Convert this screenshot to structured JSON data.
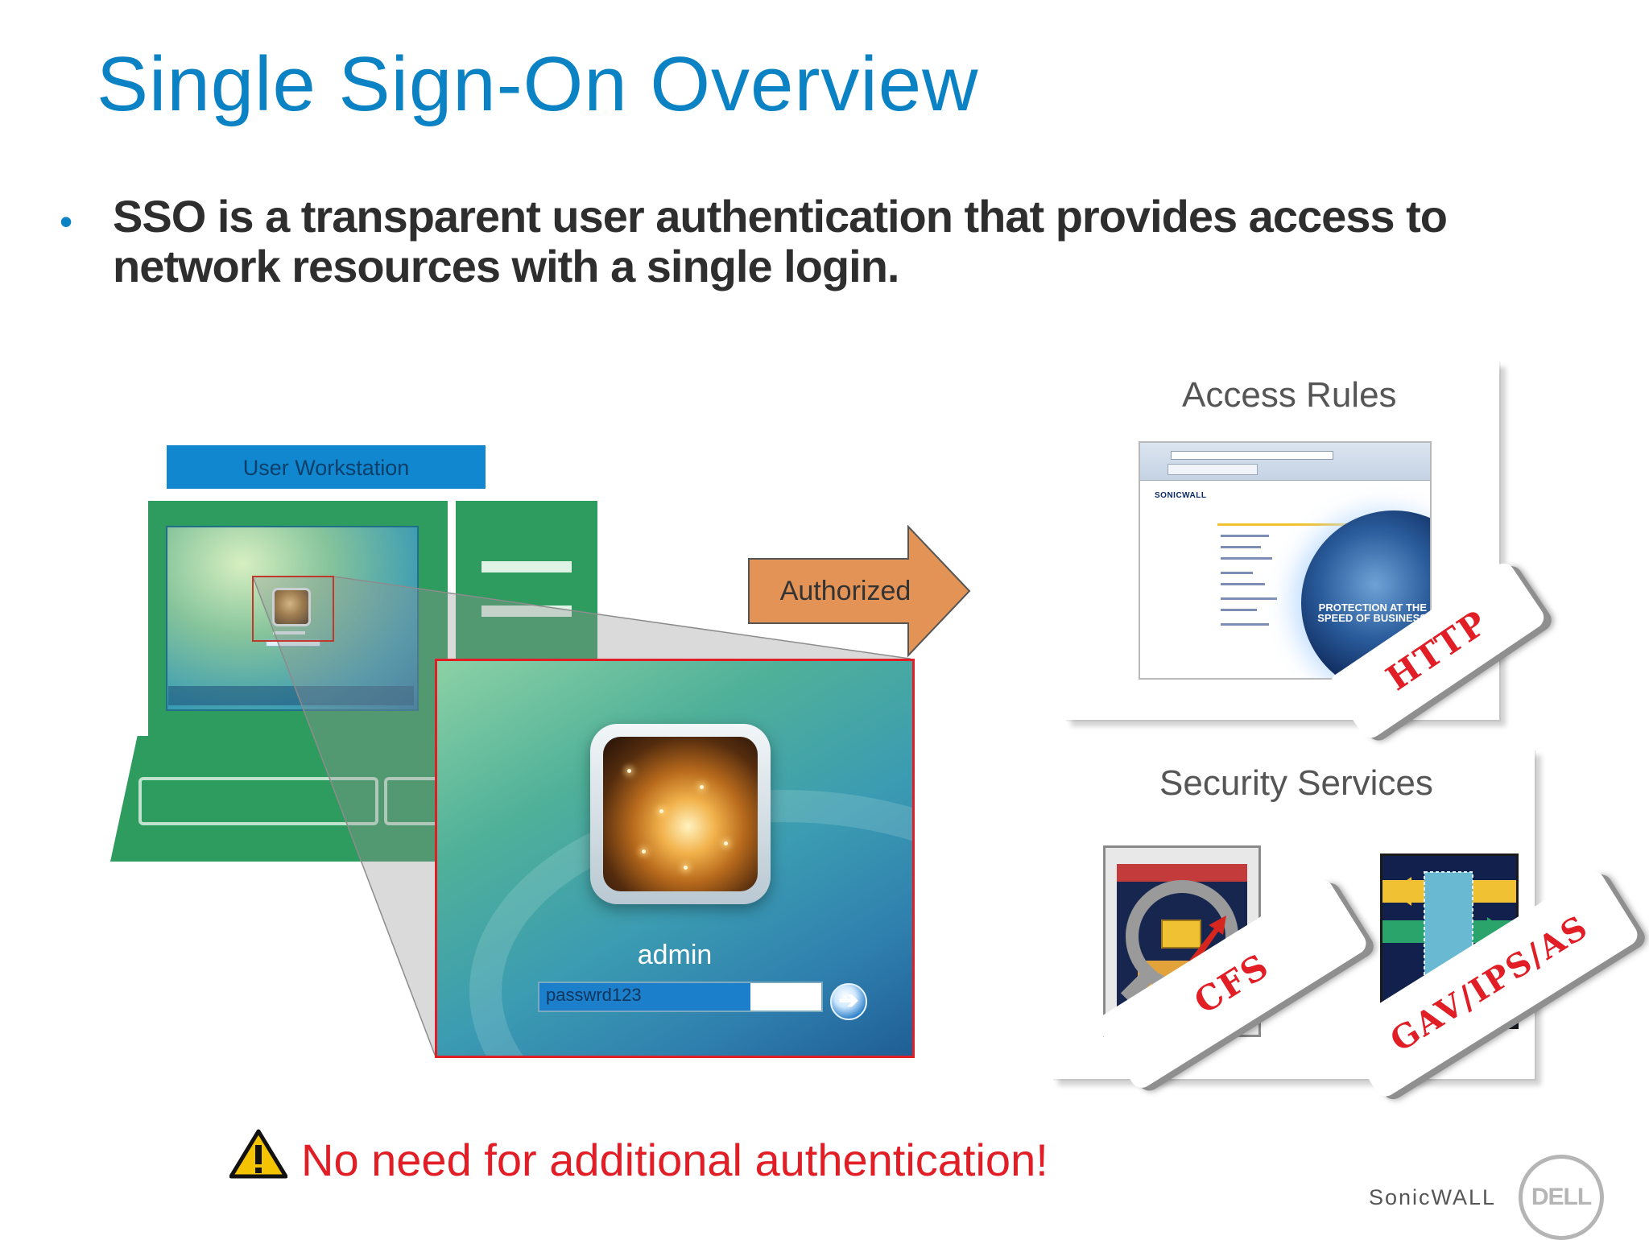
{
  "slide": {
    "title": "Single Sign-On Overview",
    "bullet": "SSO is a transparent user authentication that provides access to network resources with a single login."
  },
  "workstation": {
    "label": "User Workstation",
    "login_name": "admin",
    "password_value": "passwrd123"
  },
  "arrow": {
    "label": "Authorized"
  },
  "access_rules": {
    "title": "Access Rules",
    "browser_logo": "SONICWALL",
    "globe_text": "PROTECTION AT THE SPEED OF BUSINESS",
    "tag": "HTTP"
  },
  "security_services": {
    "title": "Security Services",
    "tags": [
      "CFS",
      "GAV/IPS/AS"
    ]
  },
  "warning": {
    "text": "No need for additional authentication!"
  },
  "footer": {
    "brand": "SonicWALL",
    "logo": "DELL"
  },
  "colors": {
    "title_blue": "#0a82c4",
    "workstation_green": "#2e9c5e",
    "label_blue": "#1087cf",
    "arrow_orange": "#e39355",
    "alert_red": "#e11d25"
  },
  "icons": [
    "warning-icon",
    "go-arrow-icon",
    "cfs-icon",
    "gav-ips-as-icon",
    "dell-logo-icon"
  ]
}
